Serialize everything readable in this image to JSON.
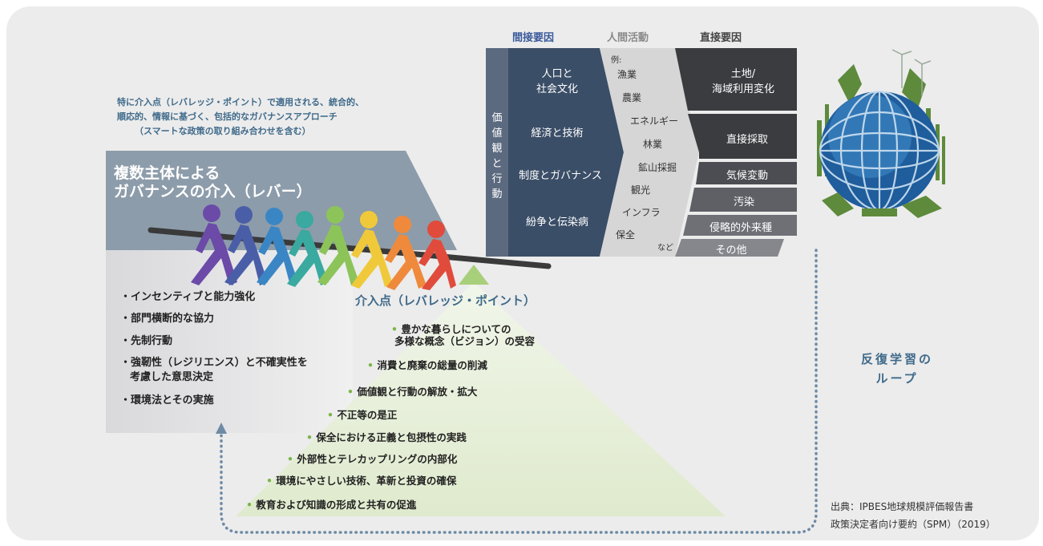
{
  "lever": {
    "scope_text": [
      "特に介入点（レバレッジ・ポイント）で適用される、統合的、",
      "順応的、情報に基づく、包括的なガバナンスアプローチ",
      "（スマートな政策の取り組み合わせを含む）"
    ],
    "title_lines": [
      "複数主体による",
      "ガバナンスの介入（レバー）"
    ],
    "items": [
      "・インセンティブと能力強化",
      "・部門横断的な協力",
      "・先制行動",
      "・強靭性（レジリエンス）と不確実性を",
      "考慮した意思決定",
      "・環境法とその実施"
    ]
  },
  "leverage": {
    "title": "介入点（レバレッジ・ポイント）",
    "items": [
      [
        "豊かな暮らしについての",
        "多様な概念（ビジョン）の受容"
      ],
      [
        "消費と廃棄の総量の削減"
      ],
      [
        "価値観と行動の解放・拡大"
      ],
      [
        "不正等の是正"
      ],
      [
        "保全における正義と包摂性の実践"
      ],
      [
        "外部性とテレカップリングの内部化"
      ],
      [
        "環境にやさしい技術、革新と投資の確保"
      ],
      [
        "教育および知識の形成と共有の促進"
      ]
    ]
  },
  "drivers": {
    "headers": {
      "indirect": "間接要因",
      "human": "人間活動",
      "direct": "直接要因"
    },
    "values_label": [
      "価",
      "値",
      "観",
      "と",
      "行",
      "動"
    ],
    "indirect": [
      [
        "人口と",
        "社会文化"
      ],
      [
        "経済と技術"
      ],
      [
        "制度とガバナンス"
      ],
      [
        "紛争と伝染病"
      ]
    ],
    "human_example": "例:",
    "human": [
      "漁業",
      "農業",
      "エネルギー",
      "林業",
      "鉱山採掘",
      "観光",
      "インフラ",
      "保全",
      "など"
    ],
    "direct": [
      [
        "土地/",
        "海域利用変化"
      ],
      [
        "直接採取"
      ],
      [
        "気候変動"
      ],
      [
        "汚染"
      ],
      [
        "侵略的外来種"
      ],
      [
        "その他"
      ]
    ]
  },
  "loop_label": [
    "反復学習の",
    "ループ"
  ],
  "source": [
    "出典：IPBES地球規模評価報告書",
    "政策決定者向け要約（SPM）（2019）"
  ],
  "colors": {
    "panel": "#ececec",
    "indirect": "#3b4e67",
    "human": "#d6d6d6",
    "direct": "#3a3c40",
    "triangle": "#e5efd9",
    "accent_blue": "#3f6a8a",
    "bullet_green": "#7ab648"
  }
}
